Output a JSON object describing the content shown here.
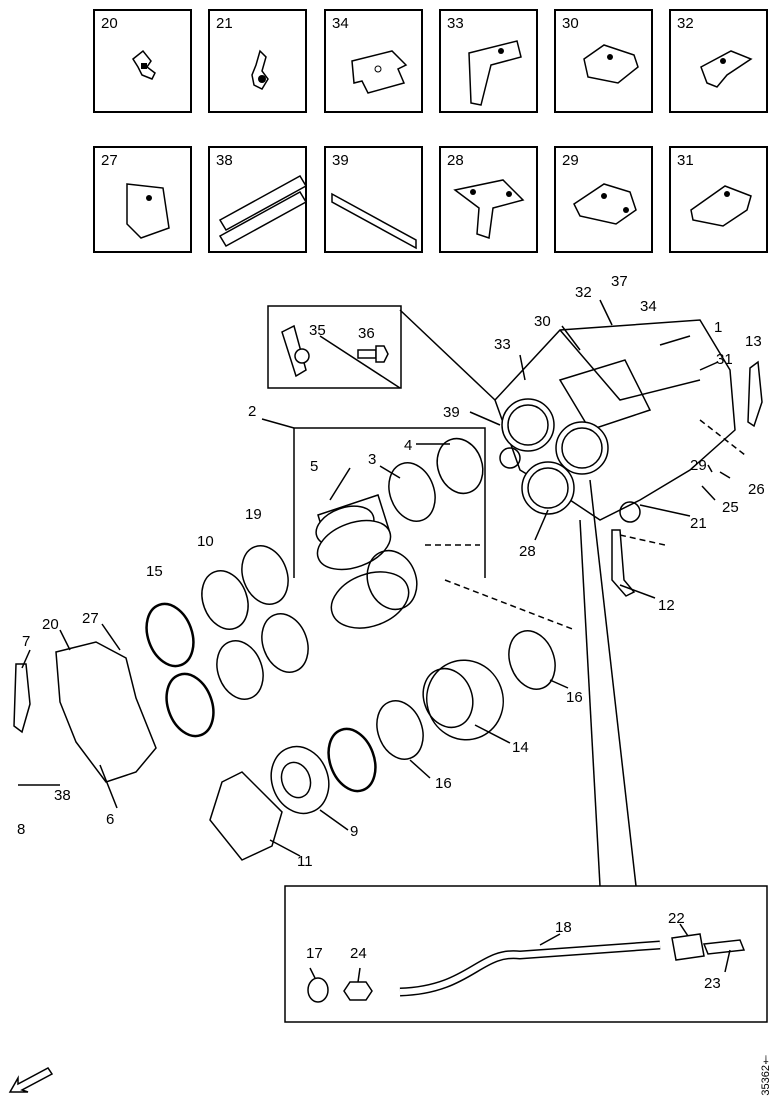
{
  "thumbnails": [
    {
      "label": "20"
    },
    {
      "label": "21"
    },
    {
      "label": "34"
    },
    {
      "label": "33"
    },
    {
      "label": "30"
    },
    {
      "label": "32"
    },
    {
      "label": "27"
    },
    {
      "label": "38"
    },
    {
      "label": "39"
    },
    {
      "label": "28"
    },
    {
      "label": "29"
    },
    {
      "label": "31"
    }
  ],
  "callouts": {
    "c1": "1",
    "c2": "2",
    "c3": "3",
    "c4": "4",
    "c5": "5",
    "c6": "6",
    "c7": "7",
    "c8": "8",
    "c9": "9",
    "c10": "10",
    "c11": "11",
    "c12": "12",
    "c13": "13",
    "c14": "14",
    "c15": "15",
    "c16a": "16",
    "c16b": "16",
    "c17": "17",
    "c18": "18",
    "c19": "19",
    "c20": "20",
    "c21": "21",
    "c22": "22",
    "c23": "23",
    "c24": "24",
    "c25": "25",
    "c26": "26",
    "c27": "27",
    "c28": "28",
    "c29": "29",
    "c30": "30",
    "c31": "31",
    "c32": "32",
    "c33": "33",
    "c34": "34",
    "c35": "35",
    "c36": "36",
    "c37": "37",
    "c38": "38",
    "c39": "39"
  },
  "reference_number": "35362†"
}
